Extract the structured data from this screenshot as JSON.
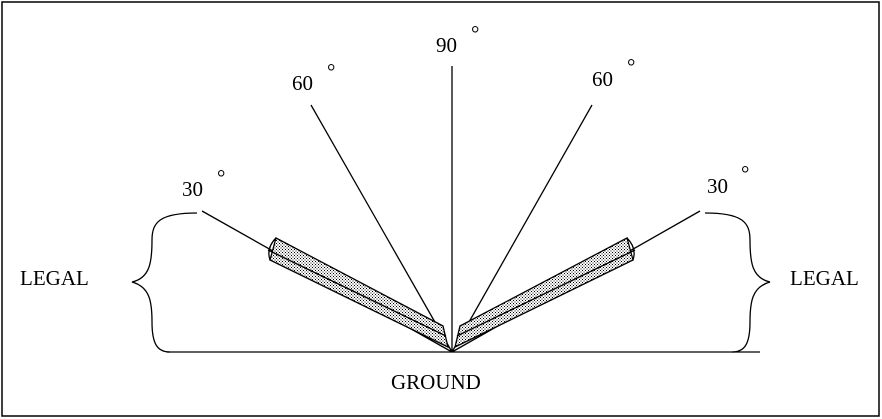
{
  "labels": {
    "deg90": "90",
    "deg60_left": "60",
    "deg60_right": "60",
    "deg30_left": "30",
    "deg30_right": "30",
    "degree_mark": "°",
    "legal_left": "LEGAL",
    "legal_right": "LEGAL",
    "ground": "GROUND"
  },
  "colors": {
    "stroke": "#000000",
    "pole_fill": "#c8c8c8",
    "background": "#ffffff"
  }
}
